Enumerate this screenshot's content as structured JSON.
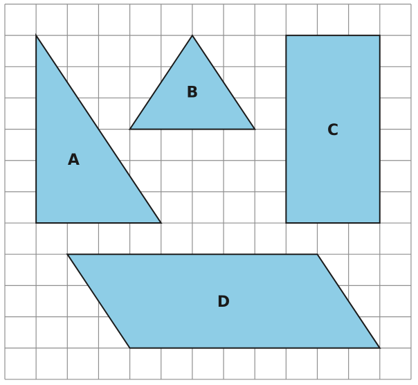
{
  "colors": {
    "background": "#ffffff",
    "grid": "#8f8f8f",
    "shape_fill": "#8ecde6",
    "shape_stroke": "#1b1b1b",
    "label_text": "#1a1a1a"
  },
  "grid": {
    "columns": 13,
    "rows": 12
  },
  "shapes": [
    {
      "label": "A",
      "kind": "right-triangle",
      "vertices": [
        [
          1,
          1
        ],
        [
          1,
          7
        ],
        [
          5,
          7
        ]
      ]
    },
    {
      "label": "B",
      "kind": "isosceles-triangle",
      "vertices": [
        [
          6,
          1
        ],
        [
          4,
          4
        ],
        [
          8,
          4
        ]
      ]
    },
    {
      "label": "C",
      "kind": "rectangle",
      "vertices": [
        [
          9,
          1
        ],
        [
          12,
          1
        ],
        [
          12,
          7
        ],
        [
          9,
          7
        ]
      ]
    },
    {
      "label": "D",
      "kind": "parallelogram",
      "vertices": [
        [
          2,
          8
        ],
        [
          10,
          8
        ],
        [
          12,
          11
        ],
        [
          4,
          11
        ]
      ]
    }
  ]
}
